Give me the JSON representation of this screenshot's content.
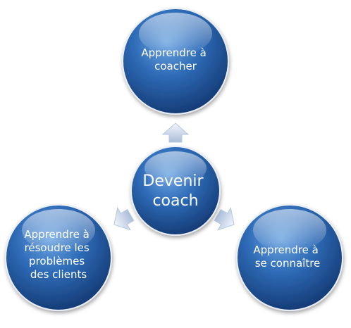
{
  "center": {
    "lines": [
      "Devenir",
      "coach"
    ]
  },
  "nodes": [
    {
      "lines": [
        "Apprendre à",
        "coacher"
      ]
    },
    {
      "lines": [
        "Apprendre à",
        "résoudre les",
        "problèmes",
        "des clients"
      ]
    },
    {
      "lines": [
        "Apprendre à",
        "se connaître"
      ]
    }
  ],
  "colors": {
    "circle_light": "#5b95d6",
    "circle_mid": "#2e6bb7",
    "circle_dark": "#153a73",
    "arrow_light": "#f2f6fb",
    "arrow_dark": "#a8bbd8",
    "text": "#ffffff"
  }
}
